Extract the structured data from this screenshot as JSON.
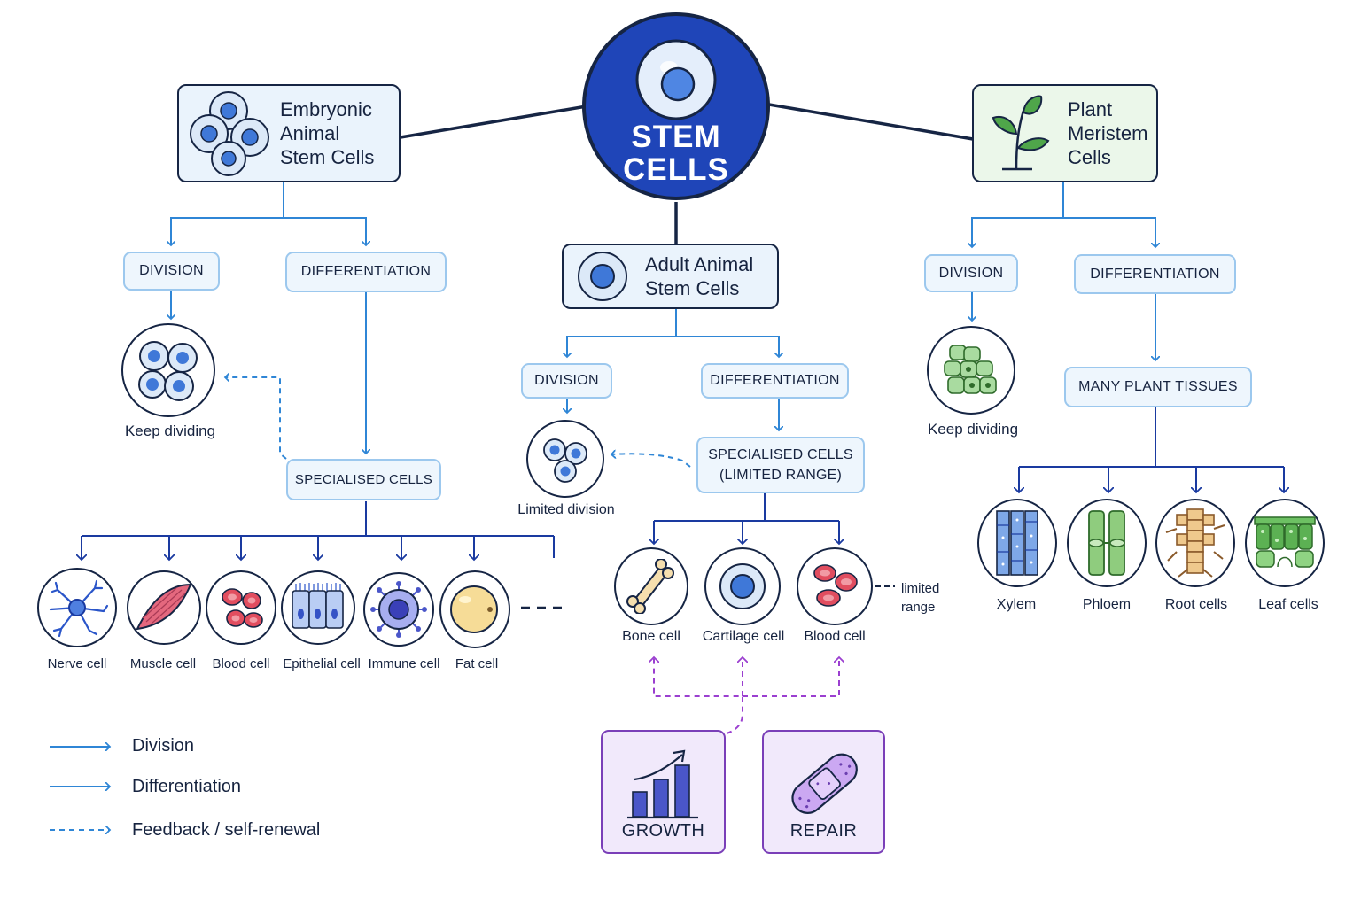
{
  "center": {
    "line1": "STEM",
    "line2": "CELLS"
  },
  "embryonic": {
    "title": [
      "Embryonic",
      "Animal",
      "Stem Cells"
    ],
    "division": "DIVISION",
    "differentiation": "DIFFERENTIATION",
    "keep_dividing": "Keep dividing",
    "specialised": "SPECIALISED CELLS",
    "cells": [
      "Nerve cell",
      "Muscle cell",
      "Blood cell",
      "Epithelial cell",
      "Immune cell",
      "Fat cell"
    ]
  },
  "adult": {
    "title": [
      "Adult Animal",
      "Stem Cells"
    ],
    "division": "DIVISION",
    "differentiation": "DIFFERENTIATION",
    "limited_division": "Limited division",
    "specialised": [
      "SPECIALISED CELLS",
      "(LIMITED RANGE)"
    ],
    "cells": [
      "Bone cell",
      "Cartilage cell",
      "Blood cell"
    ],
    "limited_range": [
      "limited",
      "range"
    ],
    "growth": "GROWTH",
    "repair": "REPAIR"
  },
  "plant": {
    "title": [
      "Plant",
      "Meristem",
      "Cells"
    ],
    "division": "DIVISION",
    "differentiation": "DIFFERENTIATION",
    "keep_dividing": "Keep dividing",
    "tissues": "MANY PLANT TISSUES",
    "cells": [
      "Xylem",
      "Phloem",
      "Root cells",
      "Leaf cells"
    ]
  },
  "legend": {
    "division": "Division",
    "differentiation": "Differentiation",
    "feedback": "Feedback / self-renewal"
  },
  "colors": {
    "navy": "#162544",
    "blue_arrow": "#2f86d6",
    "pill_border": "#9cc8ee",
    "pill_fill": "#eef6fd",
    "center_fill": "#1f45b8",
    "purple": "#9b3fd0"
  }
}
